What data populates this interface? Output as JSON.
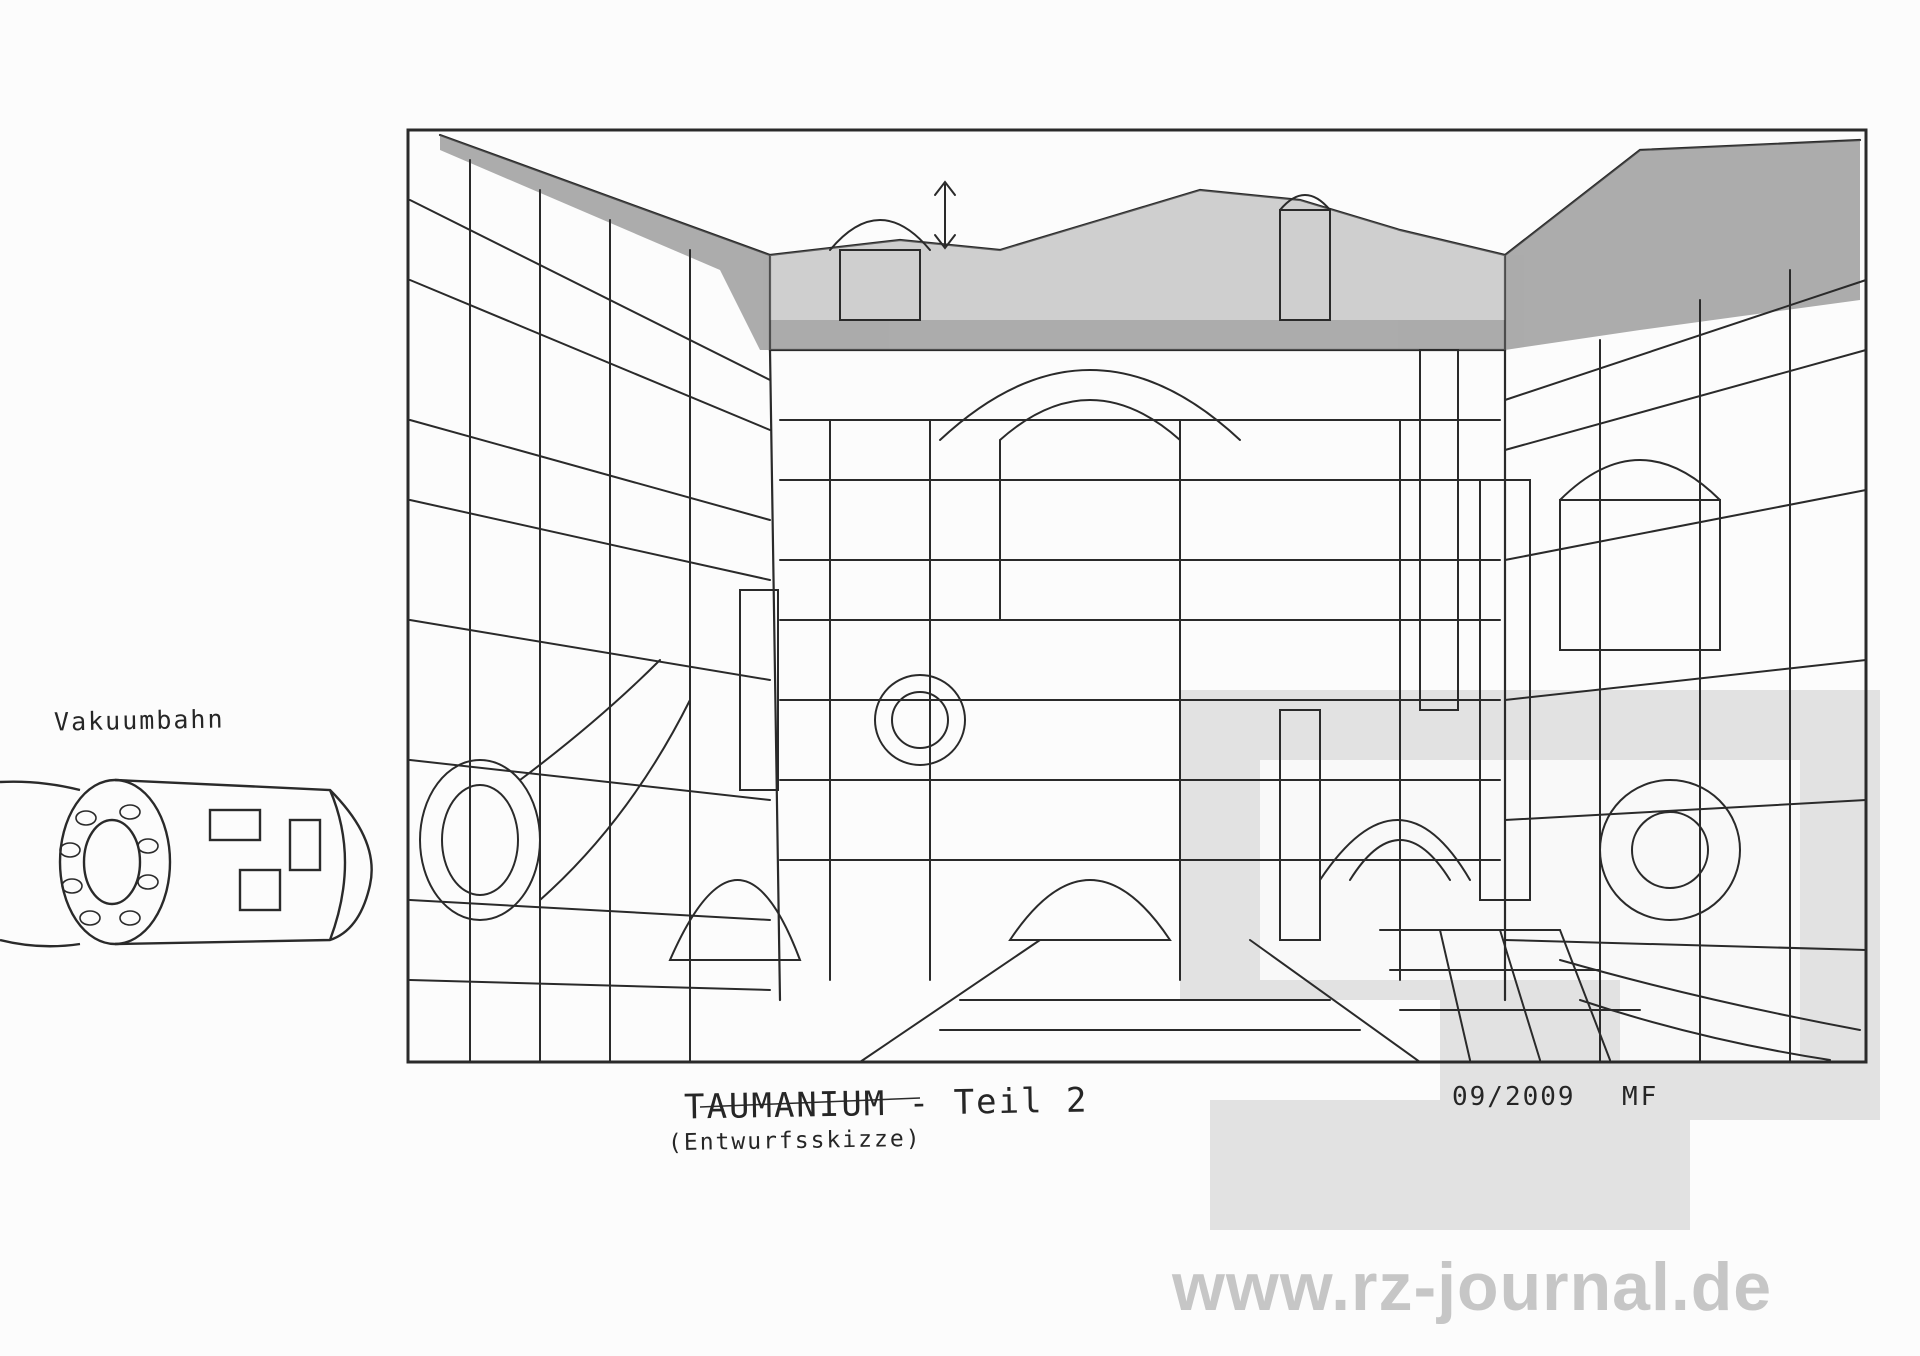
{
  "sketch": {
    "side_label": "Vakuumbahn",
    "title": "TAUMANIUM - Teil 2",
    "subtitle": "(Entwurfsskizze)",
    "date": "09/2009",
    "initials": "MF"
  },
  "watermark": {
    "url": "www.rz-journal.de",
    "color": "#bdbdbd"
  },
  "colors": {
    "pencil": "#2a2a2a",
    "shading": "#6a6a6a",
    "paper": "#fcfcfc"
  }
}
